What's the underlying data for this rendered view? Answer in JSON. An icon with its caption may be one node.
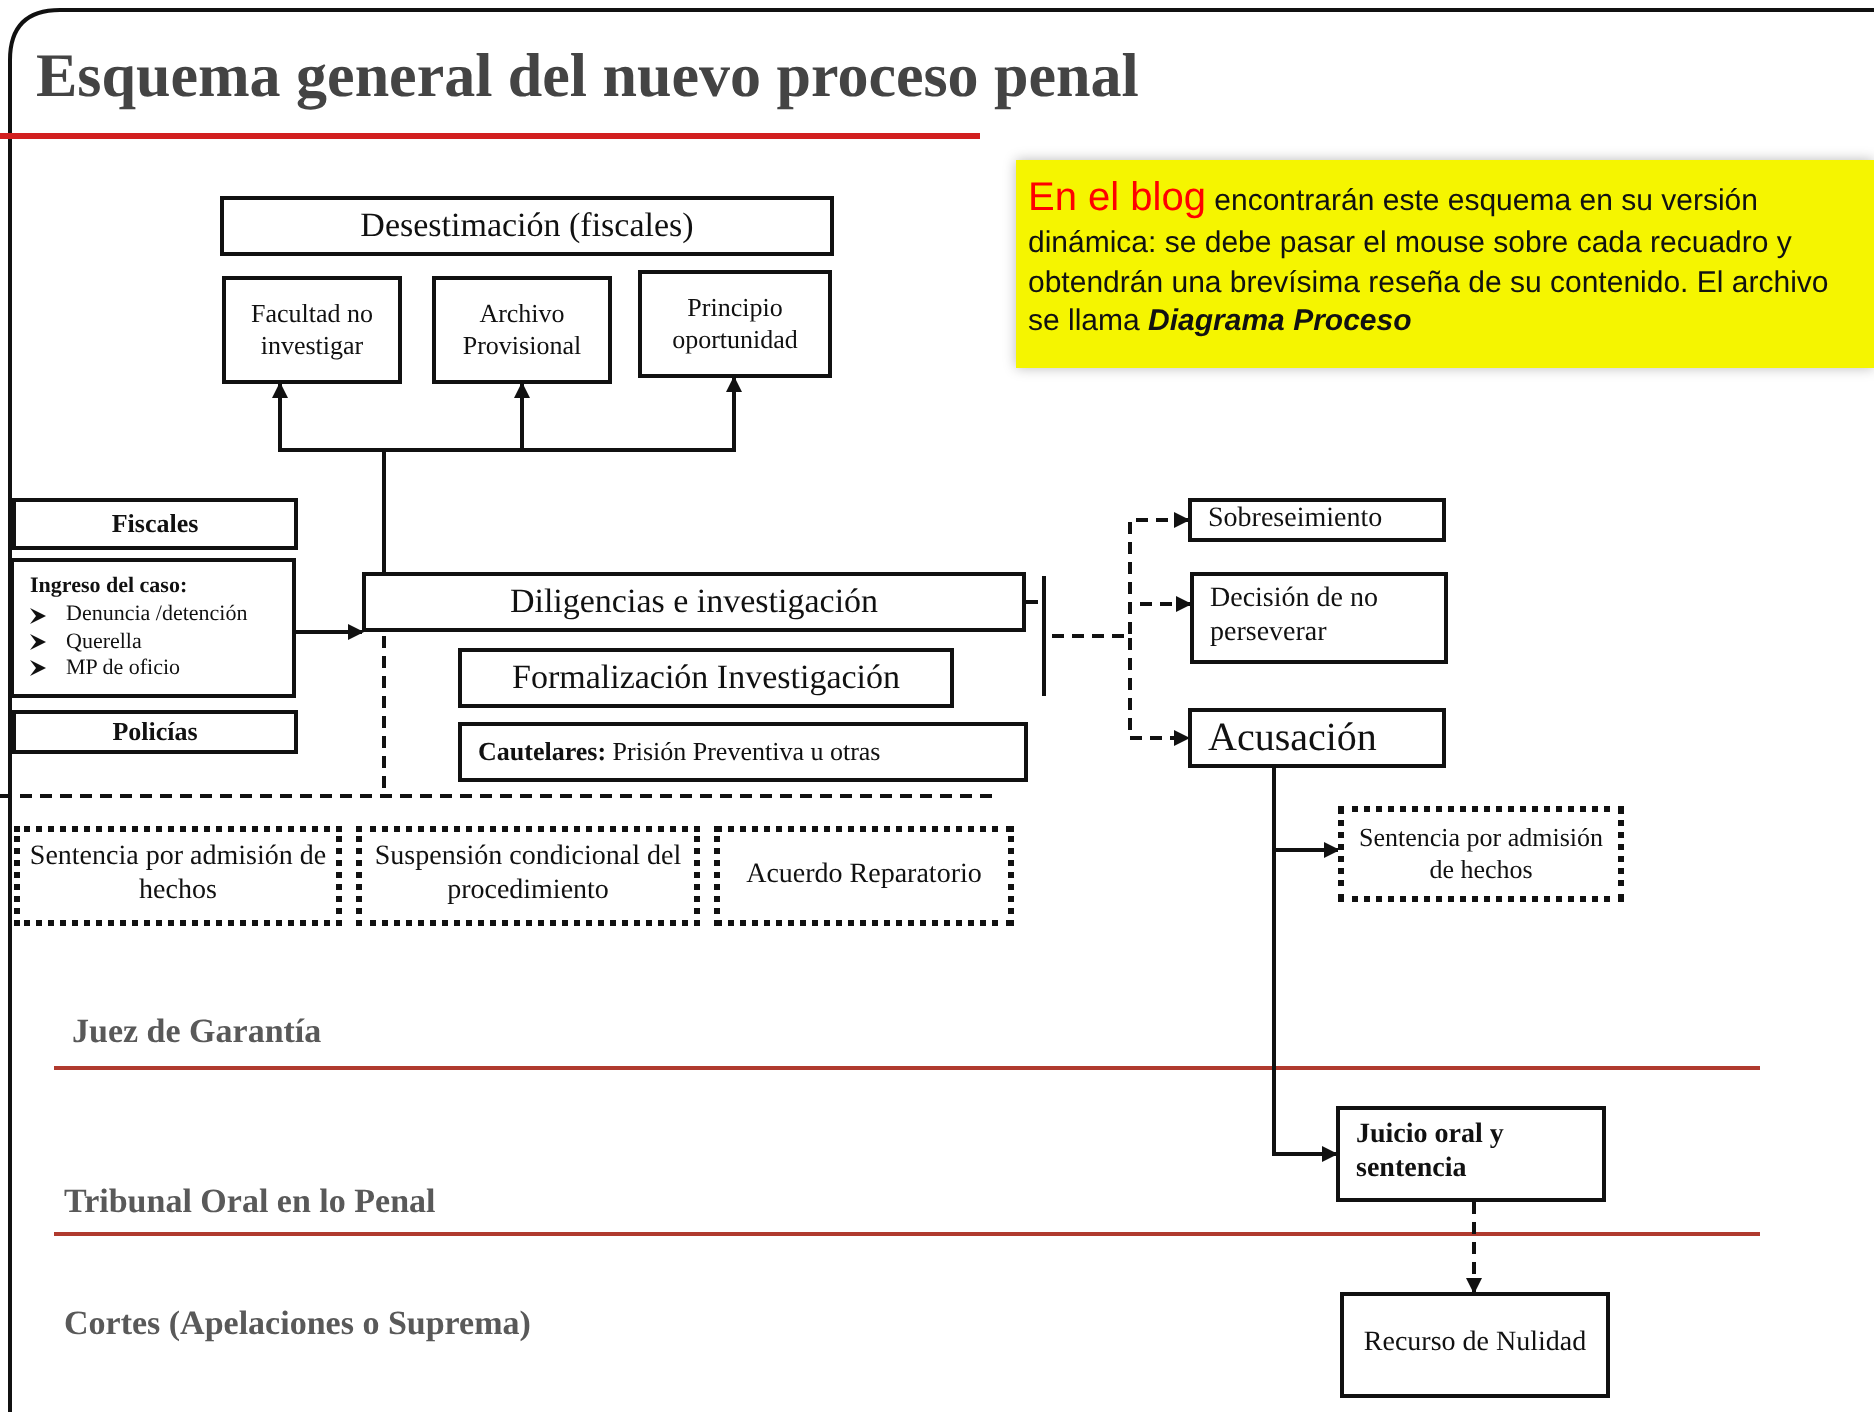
{
  "diagram": {
    "title": "Esquema general del nuevo proceso penal",
    "nodes": [
      {
        "text": [
          "Desestimación (fiscales)"
        ]
      },
      {
        "text": [
          "Facultad no investigar"
        ]
      },
      {
        "text": [
          "Archivo Provisional"
        ]
      },
      {
        "text": [
          "Principio oportunidad"
        ]
      },
      {
        "text": [
          "Fiscales"
        ]
      },
      {
        "text": [
          "Ingreso del caso:",
          "Denuncia /detención",
          "Querella",
          "MP de oficio"
        ]
      },
      {
        "text": [
          "Policías"
        ]
      },
      {
        "text": [
          "Diligencias e investigación"
        ]
      },
      {
        "text": [
          "Formalización Investigación"
        ]
      },
      {
        "text": [
          "**Cautelares:** Prisión Preventiva u otras"
        ]
      },
      {
        "text": [
          "Sobreseimiento"
        ]
      },
      {
        "text": [
          "Decisión de no perseverar"
        ]
      },
      {
        "text": [
          "Acusación"
        ]
      },
      {
        "text": [
          "Sentencia por admisión de hechos"
        ]
      },
      {
        "text": [
          "Suspensión condicional del procedimiento"
        ]
      },
      {
        "text": [
          "Acuerdo Reparatorio"
        ]
      },
      {
        "text": [
          "Sentencia por admisión de hechos"
        ]
      },
      {
        "text": [
          "Juicio oral y sentencia"
        ]
      },
      {
        "text": [
          "Recurso de Nulidad"
        ]
      },
      {
        "text": [
          "**En el blog** encontrarán este esquema en su versión dinámica: se debe pasar el mouse sobre cada recuadro y obtendrán una brevísima reseña de su contenido. El archivo se llama *Diagrama Proceso*"
        ]
      }
    ],
    "edges": [
      {
        "from": 7,
        "to": 1,
        "arrow": "to"
      },
      {
        "from": 7,
        "to": 2,
        "arrow": "to"
      },
      {
        "from": 7,
        "to": 3,
        "arrow": "to"
      },
      {
        "from": 5,
        "to": 7,
        "arrow": "to"
      },
      {
        "from": 7,
        "to": 10,
        "arrow": "to",
        "style": "dashed"
      },
      {
        "from": 7,
        "to": 11,
        "arrow": "to",
        "style": "dashed"
      },
      {
        "from": 7,
        "to": 12,
        "arrow": "to",
        "style": "dashed"
      },
      {
        "from": 12,
        "to": 16,
        "arrow": "to"
      },
      {
        "from": 12,
        "to": 17,
        "arrow": "to"
      },
      {
        "from": 17,
        "to": 18,
        "arrow": "to",
        "style": "dashed"
      }
    ],
    "labels": [
      "Juez de Garantía",
      "Tribunal Oral en lo Penal",
      "Cortes (Apelaciones o Suprema)"
    ]
  }
}
